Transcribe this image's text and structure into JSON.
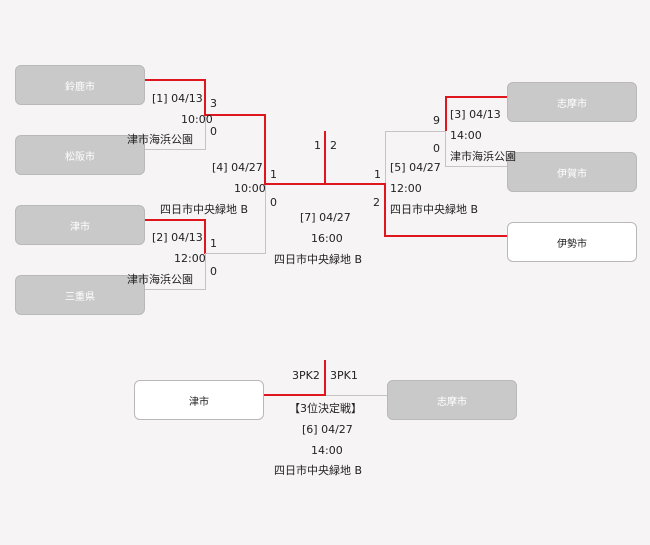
{
  "teams": {
    "suzuka": "鈴鹿市",
    "matsusaka": "松阪市",
    "tsu": "津市",
    "mie": "三重県",
    "shima": "志摩市",
    "iga": "伊賀市",
    "ise": "伊勢市",
    "tsu_3rd": "津市",
    "shima_3rd": "志摩市"
  },
  "matches": {
    "m1": {
      "info": "[1] 04/13",
      "time": "10:00",
      "venue": "津市海浜公園",
      "score_top": "3",
      "score_bottom": "0"
    },
    "m2": {
      "info": "[2] 04/13",
      "time": "12:00",
      "venue": "津市海浜公園",
      "score_top": "1",
      "score_bottom": "0"
    },
    "m3": {
      "info": "[3] 04/13",
      "time": "14:00",
      "venue": "津市海浜公園",
      "score_top": "9",
      "score_bottom": "0"
    },
    "m4": {
      "info": "[4] 04/27",
      "time": "10:00",
      "venue": "四日市中央緑地 B",
      "score_top": "1",
      "score_bottom": "0"
    },
    "m5": {
      "info": "[5] 04/27",
      "time": "12:00",
      "venue": "四日市中央緑地 B",
      "score_top": "1",
      "score_bottom": "2"
    },
    "m7": {
      "info": "[7] 04/27",
      "time": "16:00",
      "venue": "四日市中央緑地 B",
      "score_left": "1",
      "score_right": "2"
    },
    "m6": {
      "title": "【3位決定戦】",
      "info": "[6] 04/27",
      "time": "14:00",
      "venue": "四日市中央緑地 B",
      "score_left": "3PK2",
      "score_right": "3PK1"
    }
  }
}
